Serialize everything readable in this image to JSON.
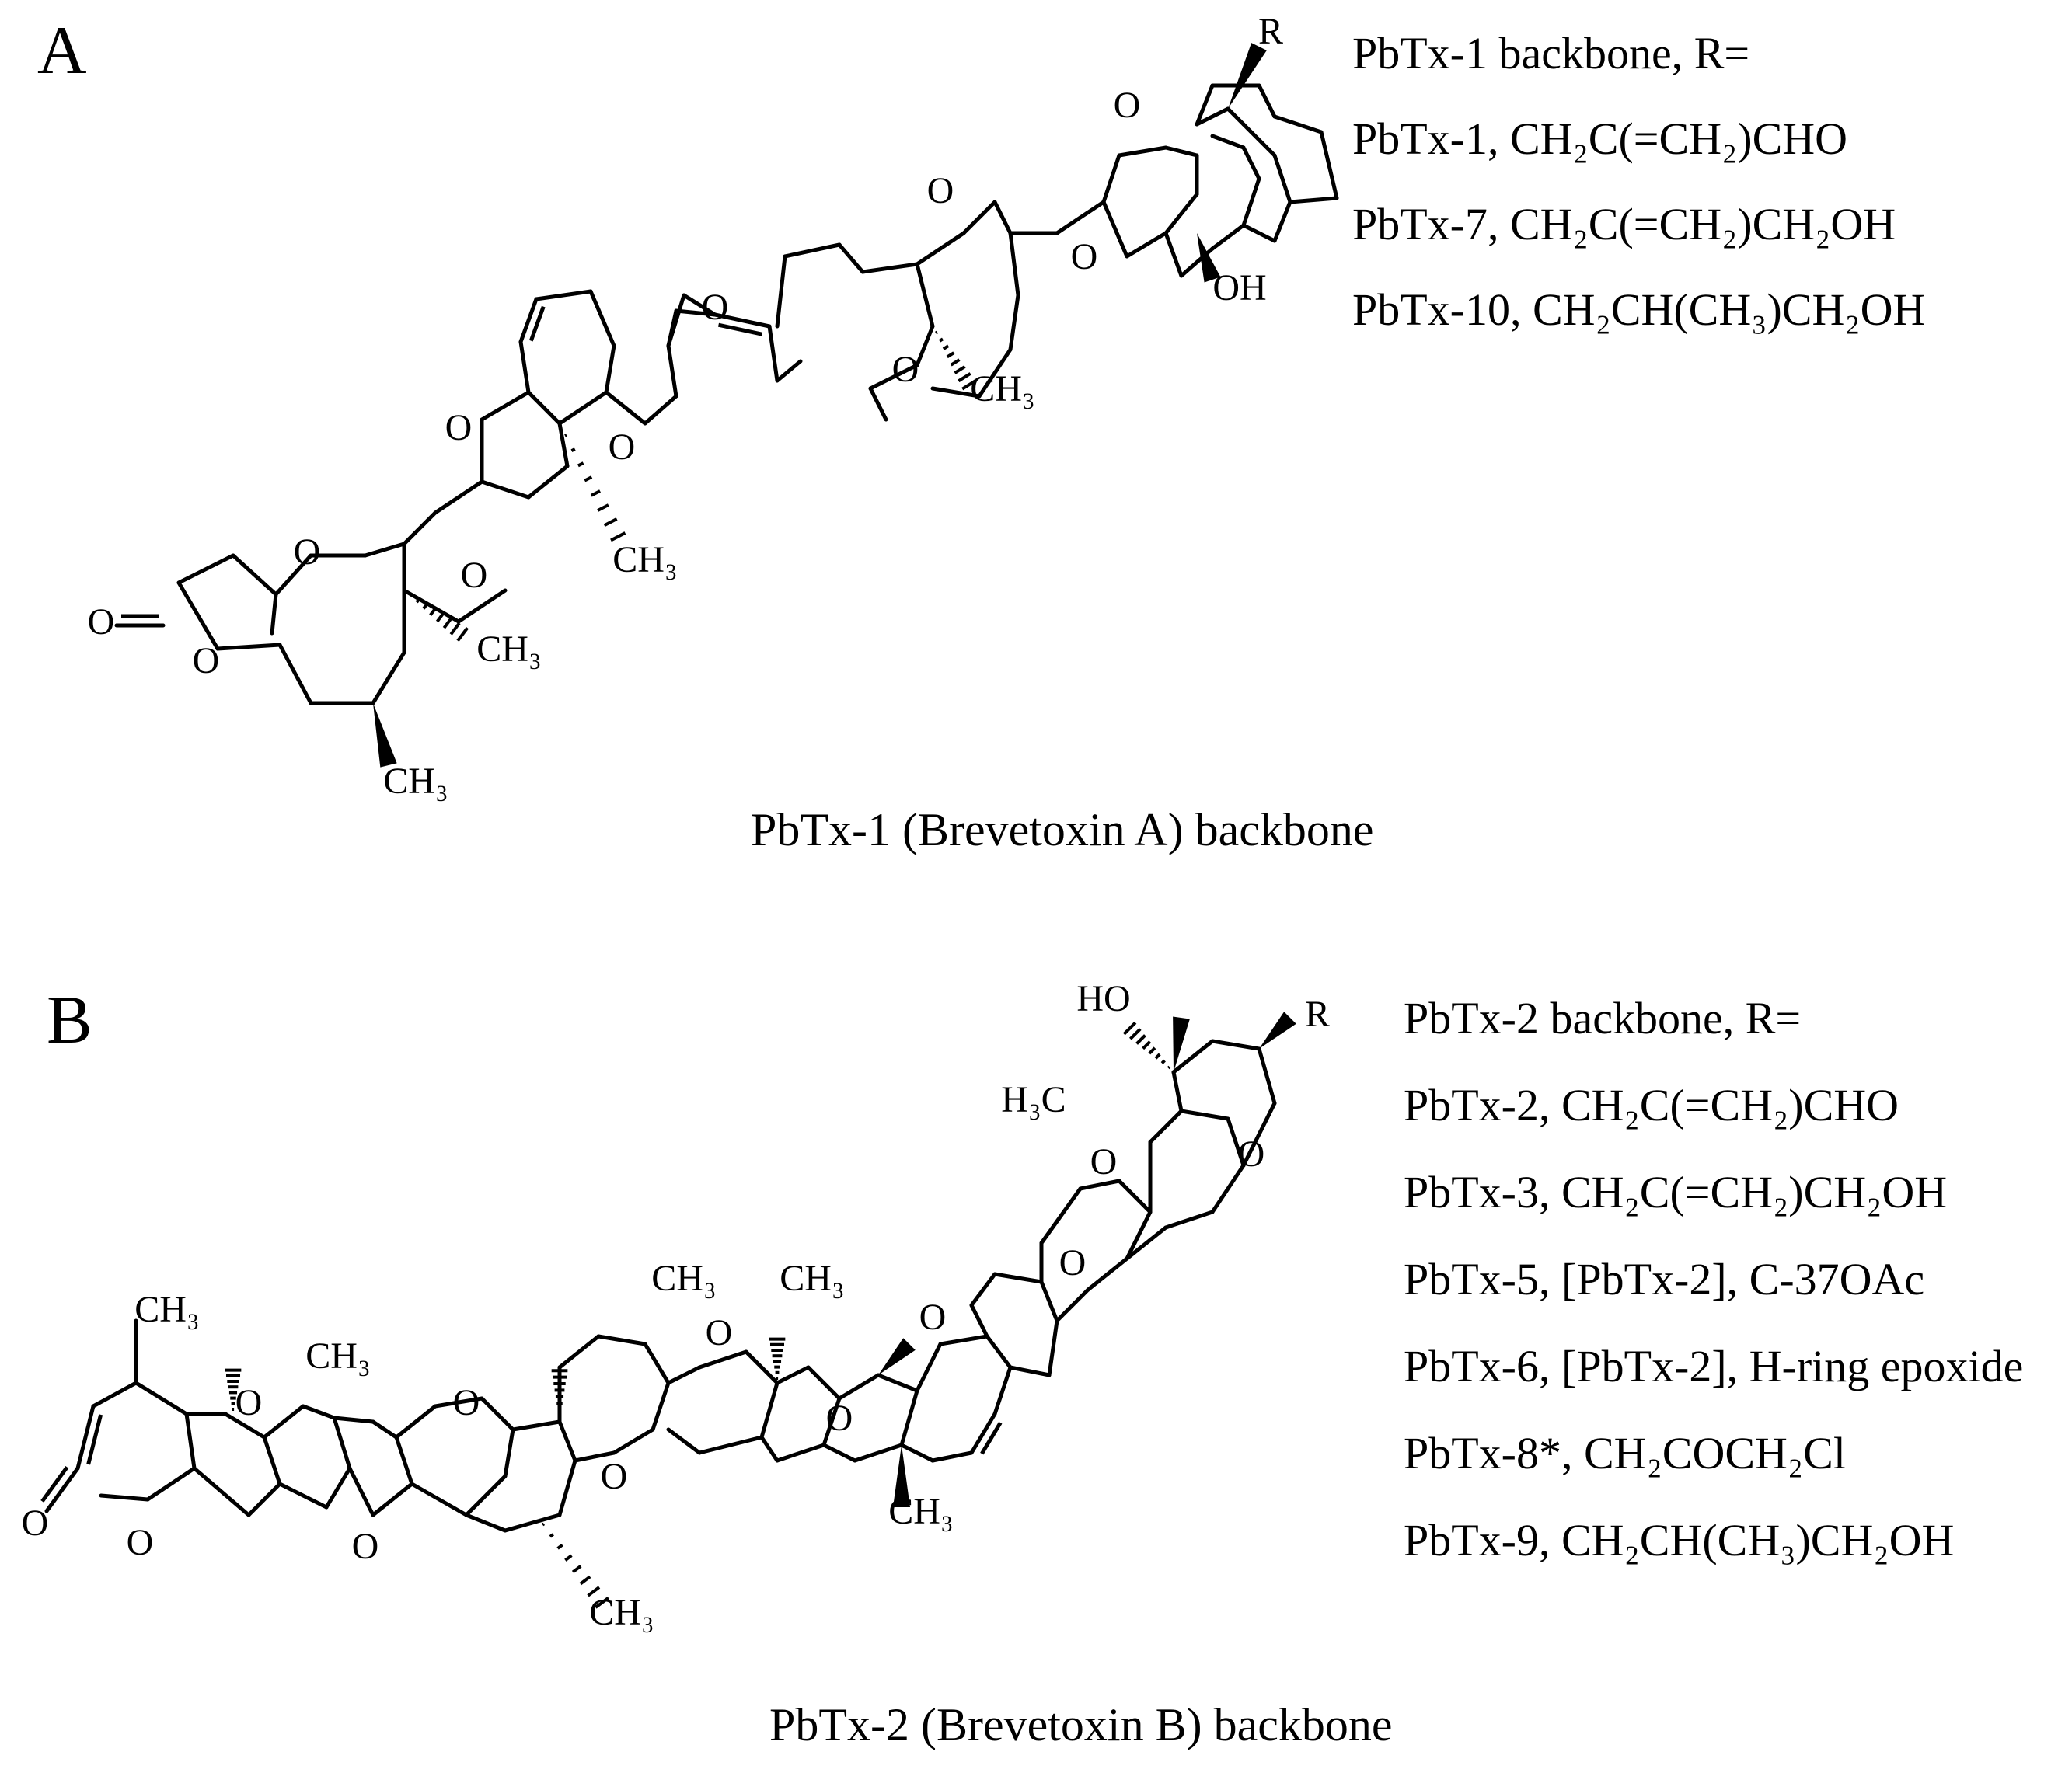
{
  "panel_a": {
    "letter": "A",
    "caption": "PbTx-1 (Brevetoxin A) backbone",
    "legend": [
      "PbTx-1 backbone, R=",
      "PbTx-1, CH₂C(=CH₂)CHO",
      "PbTx-7, CH₂C(=CH₂)CH₂OH",
      "PbTx-10, CH₂CH(CH₃)CH₂OH"
    ],
    "atom_labels": {
      "r": "R",
      "oh": "OH",
      "ch3": "CH₃",
      "o": "O",
      "carbonyl_o": "O"
    }
  },
  "panel_b": {
    "letter": "B",
    "caption": "PbTx-2 (Brevetoxin B) backbone",
    "legend": [
      "PbTx-2 backbone, R=",
      "PbTx-2, CH₂C(=CH₂)CHO",
      "PbTx-3, CH₂C(=CH₂)CH₂OH",
      "PbTx-5, [PbTx-2], C-37OAc",
      "PbTx-6, [PbTx-2], H-ring epoxide",
      "PbTx-8*, CH₂COCH₂Cl",
      "PbTx-9, CH₂CH(CH₃)CH₂OH"
    ],
    "atom_labels": {
      "r": "R",
      "ho": "HO",
      "h3c": "H₃C",
      "ch3": "CH₃",
      "o": "O",
      "carbonyl_o": "O"
    }
  }
}
